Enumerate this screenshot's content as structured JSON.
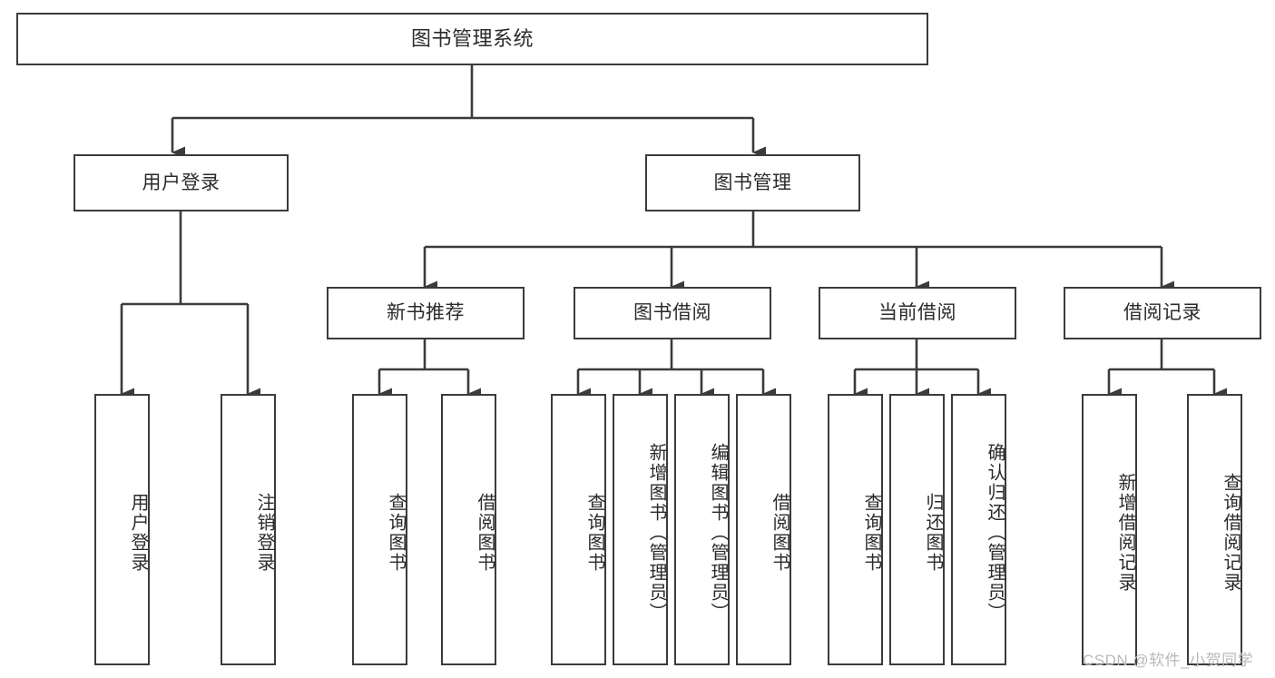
{
  "diagram": {
    "title": "图书管理系统",
    "type": "tree-hierarchy-chart",
    "watermark": "CSDN @软件_小贺同学",
    "colors": {
      "box_border": "#3b3b3b",
      "box_fill": "#ffffff",
      "text": "#2b2b2b",
      "connector": "#3b3b3b",
      "watermark": "#b9b9b9",
      "background": "#ffffff"
    },
    "levels": {
      "root": "图书管理系统",
      "level2": [
        "用户登录",
        "图书管理"
      ],
      "level3": [
        "新书推荐",
        "图书借阅",
        "当前借阅",
        "借阅记录"
      ],
      "level4_groups": [
        {
          "parent": "用户登录",
          "children": [
            "用户登录",
            "注销登录"
          ]
        },
        {
          "parent": "新书推荐",
          "children": [
            "查询图书",
            "借阅图书"
          ]
        },
        {
          "parent": "图书借阅",
          "children": [
            "查询图书",
            "新增图书（管理员）",
            "编辑图书（管理员）",
            "借阅图书"
          ]
        },
        {
          "parent": "当前借阅",
          "children": [
            "查询图书",
            "归还图书",
            "确认归还（管理员）"
          ]
        },
        {
          "parent": "借阅记录",
          "children": [
            "新增借阅记录",
            "查询借阅记录"
          ]
        }
      ]
    },
    "nodes": {
      "root": "图书管理系统",
      "user_login": "用户登录",
      "book_manage": "图书管理",
      "new_book_rec": "新书推荐",
      "book_borrow": "图书借阅",
      "current_borrow": "当前借阅",
      "borrow_record": "借阅记录",
      "leaf_user_login": "用户登录",
      "leaf_logout": "注销登录",
      "leaf_query_book_a": "查询图书",
      "leaf_borrow_book_a": "借阅图书",
      "leaf_query_book_b": "查询图书",
      "leaf_add_book": "新增图书（管理员）",
      "leaf_edit_book": "编辑图书（管理员）",
      "leaf_borrow_book_b": "借阅图书",
      "leaf_query_book_c": "查询图书",
      "leaf_return_book": "归还图书",
      "leaf_confirm_return": "确认归还（管理员）",
      "leaf_add_record": "新增借阅记录",
      "leaf_query_record": "查询借阅记录"
    }
  }
}
